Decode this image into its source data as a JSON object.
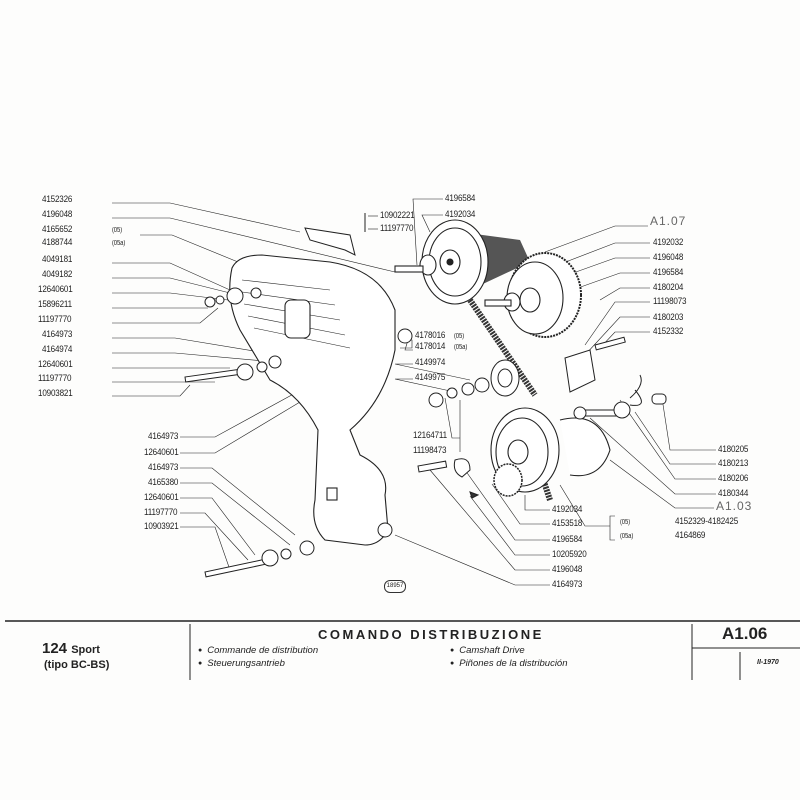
{
  "left_labels": [
    "4152326",
    "4196048",
    "4165652",
    "(05)",
    "4188744",
    "(05a)",
    "4049181",
    "4049182",
    "12640601",
    "15896211",
    "11197770",
    "4164973",
    "4164974",
    "12640601",
    "11197770",
    "10903821"
  ],
  "left_lower_labels": [
    "4164973",
    "12640601",
    "4164973",
    "4165380",
    "12640601",
    "11197770",
    "10903921"
  ],
  "top_labels": {
    "a": "4196584",
    "b": "4192034",
    "c": "10902221",
    "d": "11197770"
  },
  "right_upper_labels": [
    "A1.07",
    "4192032",
    "4196048",
    "4196584",
    "4180204",
    "11198073",
    "4180203",
    "4152332"
  ],
  "middle_labels": {
    "tens1": "4178016",
    "tens1_var": "(05)",
    "tens2": "4178014",
    "tens2_var": "(05a)",
    "p1": "4149974",
    "p2": "4149975",
    "n1": "12164711",
    "n2": "11198473"
  },
  "right_lower_labels": [
    "4180205",
    "4180213",
    "4180206",
    "4180344",
    "A1.03"
  ],
  "crank": {
    "v1": "(05)",
    "p1": "4152329-4182425",
    "v2": "(05a)",
    "p2": "4164869"
  },
  "bottom_labels": [
    "4192034",
    "4153518",
    "4196584",
    "10205920",
    "4196048",
    "4164973"
  ],
  "stamp": "18957",
  "title_block": {
    "model": "124",
    "model_suffix": "Sport",
    "tipo": "(tipo BC-BS)",
    "title": "COMANDO DISTRIBUZIONE",
    "fr": "Commande de distribution",
    "de": "Steuerungsantrieb",
    "en": "Camshaft Drive",
    "es": "Piñones de la distribución",
    "code": "A1.06",
    "date": "II-1970"
  }
}
